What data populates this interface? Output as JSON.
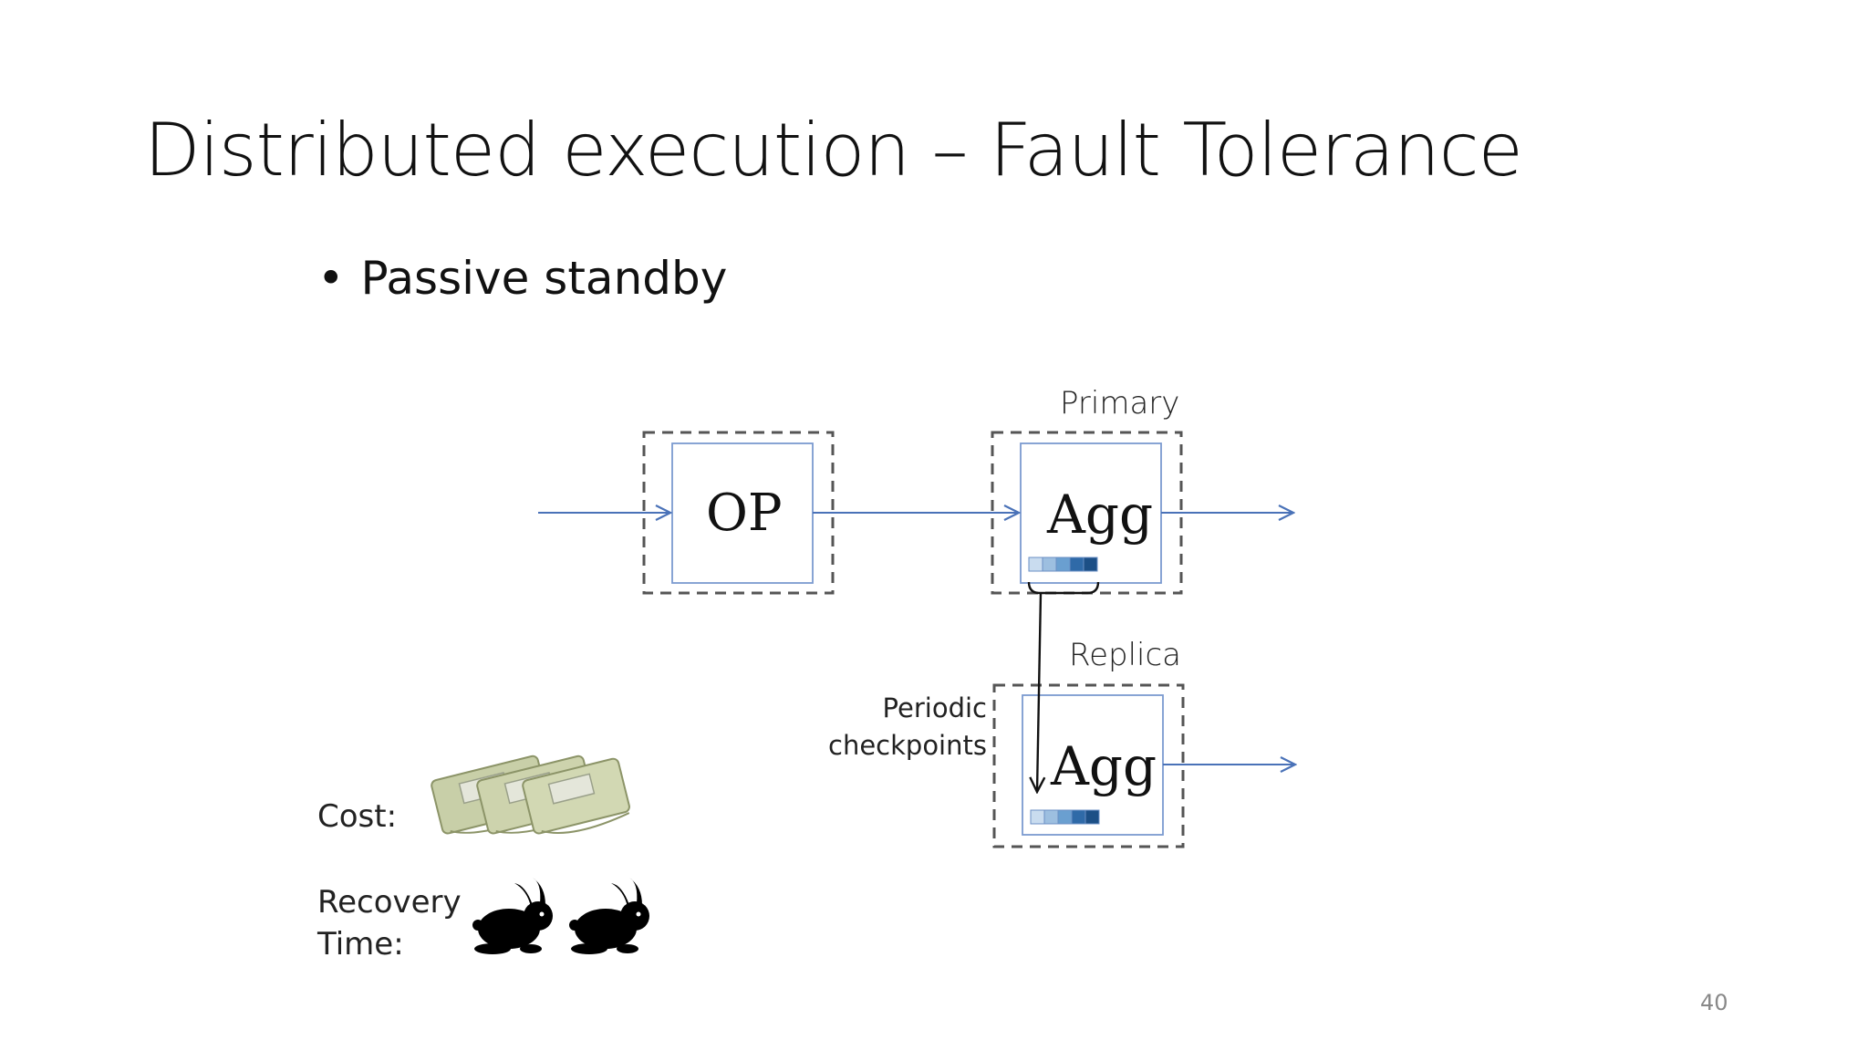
{
  "slide": {
    "title": "Distributed execution – Fault Tolerance",
    "bullet": "Passive standby",
    "page_number": "40"
  },
  "diagram": {
    "primary_label": "Primary",
    "replica_label": "Replica",
    "op_node": "OP",
    "agg_primary": "Agg",
    "agg_replica": "Agg",
    "checkpoint_label_line1": "Periodic",
    "checkpoint_label_line2": "checkpoints",
    "state_cell_colors": [
      "#c9dcef",
      "#9dbfe0",
      "#6a9fd0",
      "#2f6aa8",
      "#1c4f86"
    ],
    "arrow_color": "#4a72b8"
  },
  "legend": {
    "cost_label": "Cost:",
    "cost_icon": "money-stack-icon",
    "recovery_label_line1": "Recovery",
    "recovery_label_line2": "Time:",
    "recovery_icon": "rabbit-icon"
  }
}
